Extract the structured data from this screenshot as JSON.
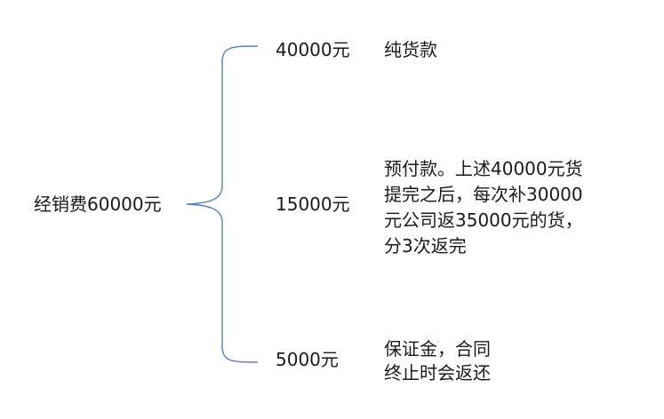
{
  "root": {
    "label": "经销费60000元"
  },
  "branches": [
    {
      "amount": "40000元",
      "description": [
        "纯货款"
      ]
    },
    {
      "amount": "15000元",
      "description": [
        "预付款。上述40000元货",
        "提完之后，每次补30000",
        "元公司返35000元的货，",
        "分3次返完"
      ]
    },
    {
      "amount": "5000元",
      "description": [
        "保证金，合同",
        "终止时会返还"
      ]
    }
  ],
  "colors": {
    "brace": "#5b7fb0",
    "text": "#1a1a1a"
  }
}
